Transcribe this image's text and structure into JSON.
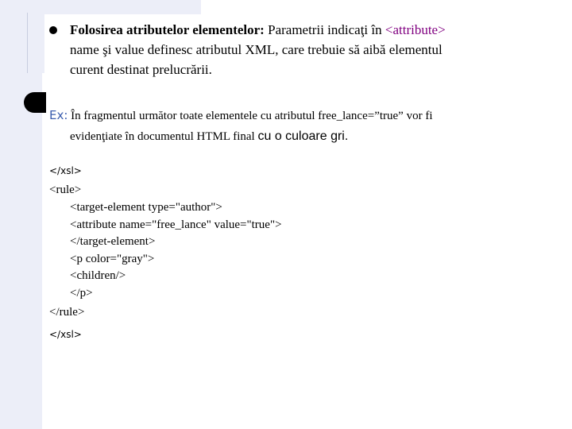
{
  "point": {
    "bold_heading": "Folosirea atributelor elementelor:",
    "text_part1": " Parametrii indicaţi în ",
    "attr_tag": "<attribute>",
    "text_line2": "name şi value definesc atributul XML, care trebuie să aibă elementul",
    "text_line3": "curent destinat prelucrării."
  },
  "example": {
    "label": "Ex:",
    "line1": " În fragmentul următor toate elementele cu atributul free_lance=”true” vor fi",
    "line2_part1": "evidenţiate în documentul HTML final ",
    "line2_part2": "cu o culoare gri."
  },
  "code": {
    "xsl_open": "</xsl>",
    "lines": [
      "<rule>",
      "<target-element type=\"author\">",
      "<attribute name=\"free_lance\" value=\"true\">",
      "</target-element>",
      "<p color=\"gray\">",
      "<children/>",
      "</p>",
      "</rule>"
    ],
    "xsl_close": "</xsl>"
  }
}
